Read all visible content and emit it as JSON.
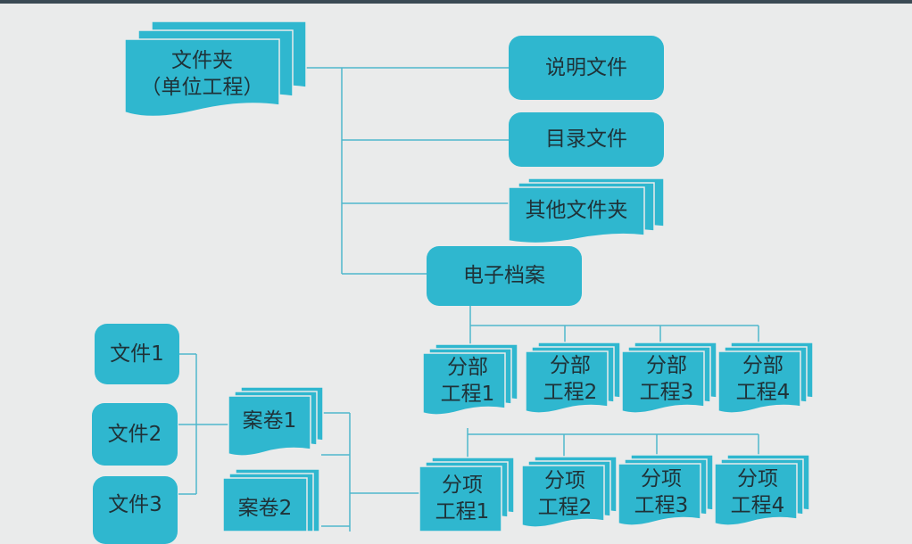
{
  "diagram": {
    "folder": {
      "line1": "文件夹",
      "line2": "（单位工程）"
    },
    "explain_file": "说明文件",
    "catalog_file": "目录文件",
    "other_folder": "其他文件夹",
    "electronic_archive": "电子档案",
    "subdivision_projects": [
      "分部\n工程1",
      "分部\n工程2",
      "分部\n工程3",
      "分部\n工程4"
    ],
    "itemized_projects": [
      "分项\n工程1",
      "分项\n工程2",
      "分项\n工程3",
      "分项\n工程4"
    ],
    "files": [
      "文件1",
      "文件2",
      "文件3"
    ],
    "volumes": [
      "案卷1",
      "案卷2"
    ]
  },
  "colors": {
    "box": "#2fb7cf",
    "line": "#4fb8cc",
    "text": "#1f3238",
    "background": "#eaebeb"
  }
}
